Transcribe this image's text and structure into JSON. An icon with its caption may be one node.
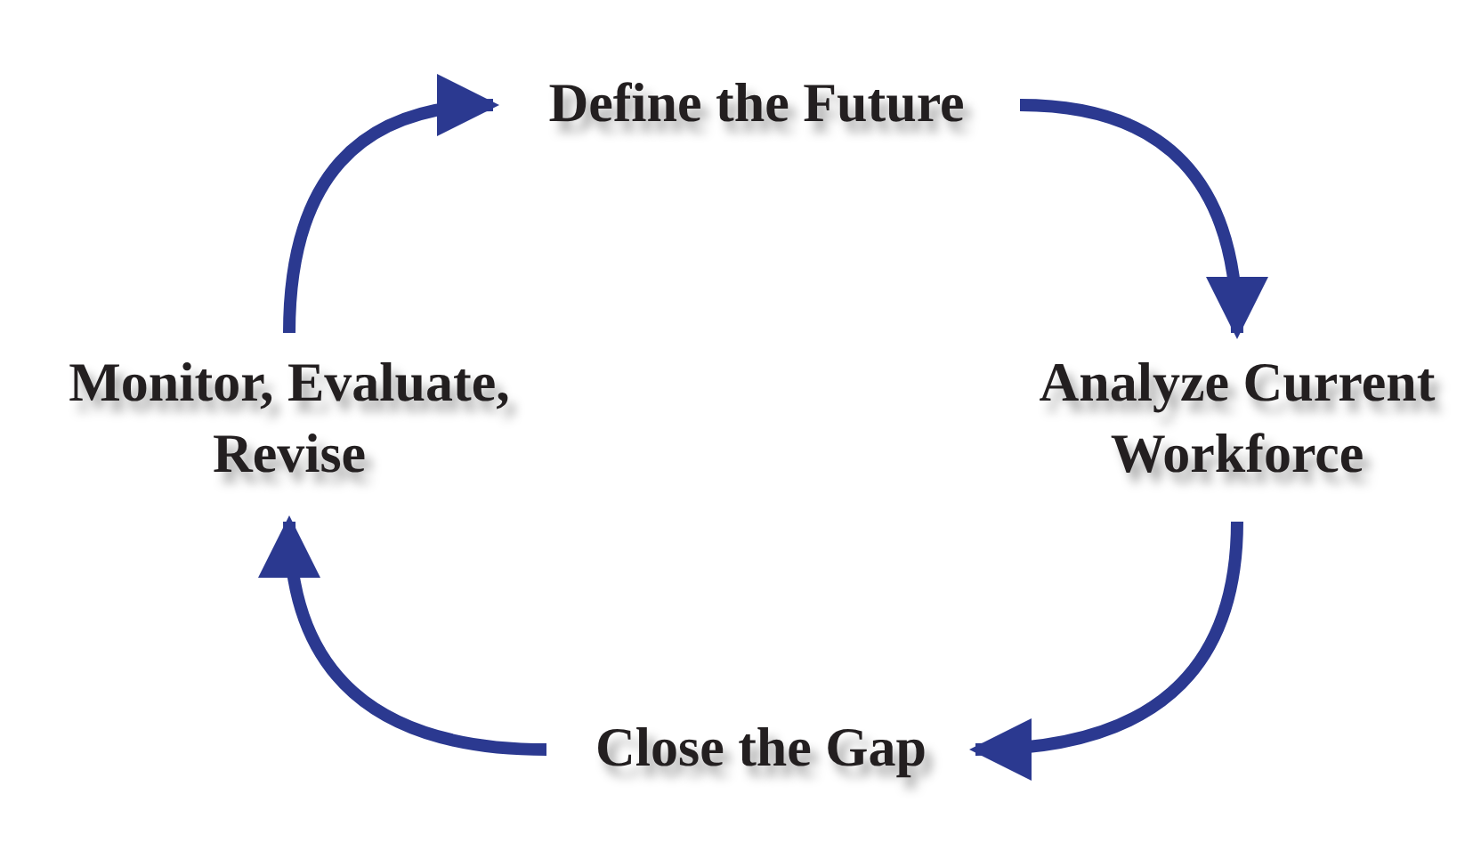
{
  "diagram": {
    "nodes": [
      {
        "text": [
          "Define the Future"
        ]
      },
      {
        "text": [
          "Analyze Current Workforce"
        ]
      },
      {
        "text": [
          "Close the Gap"
        ]
      },
      {
        "text": [
          "Monitor, Evaluate, Revise"
        ]
      }
    ],
    "edges": [
      {
        "from": 0,
        "to": 1,
        "arrow": "to"
      },
      {
        "from": 1,
        "to": 2,
        "arrow": "to"
      },
      {
        "from": 2,
        "to": 3,
        "arrow": "to"
      },
      {
        "from": 3,
        "to": 0,
        "arrow": "to"
      }
    ]
  }
}
